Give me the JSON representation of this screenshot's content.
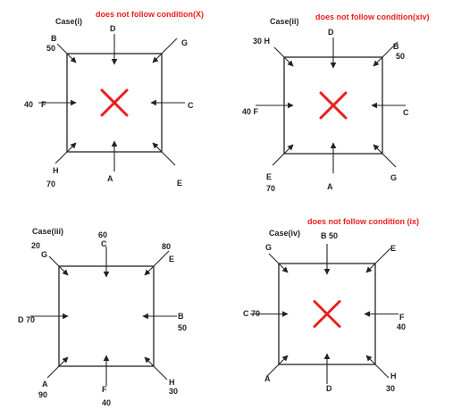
{
  "colors": {
    "ink": "#222222",
    "note": "#e8201d",
    "cross": "#e8201d"
  },
  "cases": [
    {
      "title": "Case(i)",
      "note": "does not follow condition(X)",
      "crossed": true,
      "labels": {
        "tl_letter": "B",
        "tl_value": "50",
        "top": "D",
        "tr": "G",
        "left_value": "40",
        "left_letter": "F",
        "right": "C",
        "bl_letter": "H",
        "bl_value": "70",
        "bottom": "A",
        "br": "E"
      }
    },
    {
      "title": "Case(ii)",
      "note": "does not follow condition(xiv)",
      "crossed": true,
      "labels": {
        "top": "D",
        "tl": "30  H",
        "tr_letter": "B",
        "tr_value": "50",
        "left": "40 F",
        "right": "C",
        "bl_letter": "E",
        "bl_value": "70",
        "bottom": "A",
        "br": "G"
      }
    },
    {
      "title": "Case(iii)",
      "crossed": false,
      "labels": {
        "top_value": "60",
        "top_letter": "C",
        "tl_value": "20",
        "tl_letter": "G",
        "tr_value": "80",
        "tr_letter": "E",
        "left": "D 70",
        "right_letter": "B",
        "right_value": "50",
        "bl_letter": "A",
        "bl_value": "90",
        "bottom_letter": "F",
        "bottom_value": "40",
        "br_letter": "H",
        "br_value": "30"
      }
    },
    {
      "title": "Case(iv)",
      "note": "does not follow condition (ix)",
      "crossed": true,
      "labels": {
        "top": "B 50",
        "tl": "G",
        "tr": "E",
        "left": "C  70",
        "right_letter": "F",
        "right_value": "40",
        "bl": "A",
        "bottom": "D",
        "br_letter": "H",
        "br_value": "30"
      }
    }
  ]
}
